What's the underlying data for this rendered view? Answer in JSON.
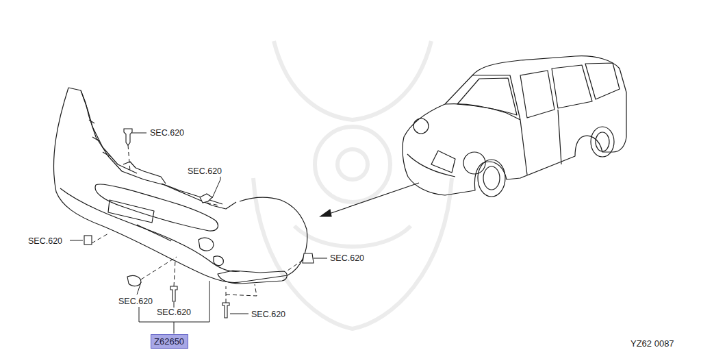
{
  "diagram": {
    "nodes": [
      {
        "text": [
          "Z62650"
        ]
      }
    ],
    "labels": [
      "SEC.620",
      "SEC.620",
      "SEC.620",
      "SEC.620",
      "SEC.620",
      "SEC.620",
      "SEC.620",
      "YZ62 0087"
    ]
  }
}
